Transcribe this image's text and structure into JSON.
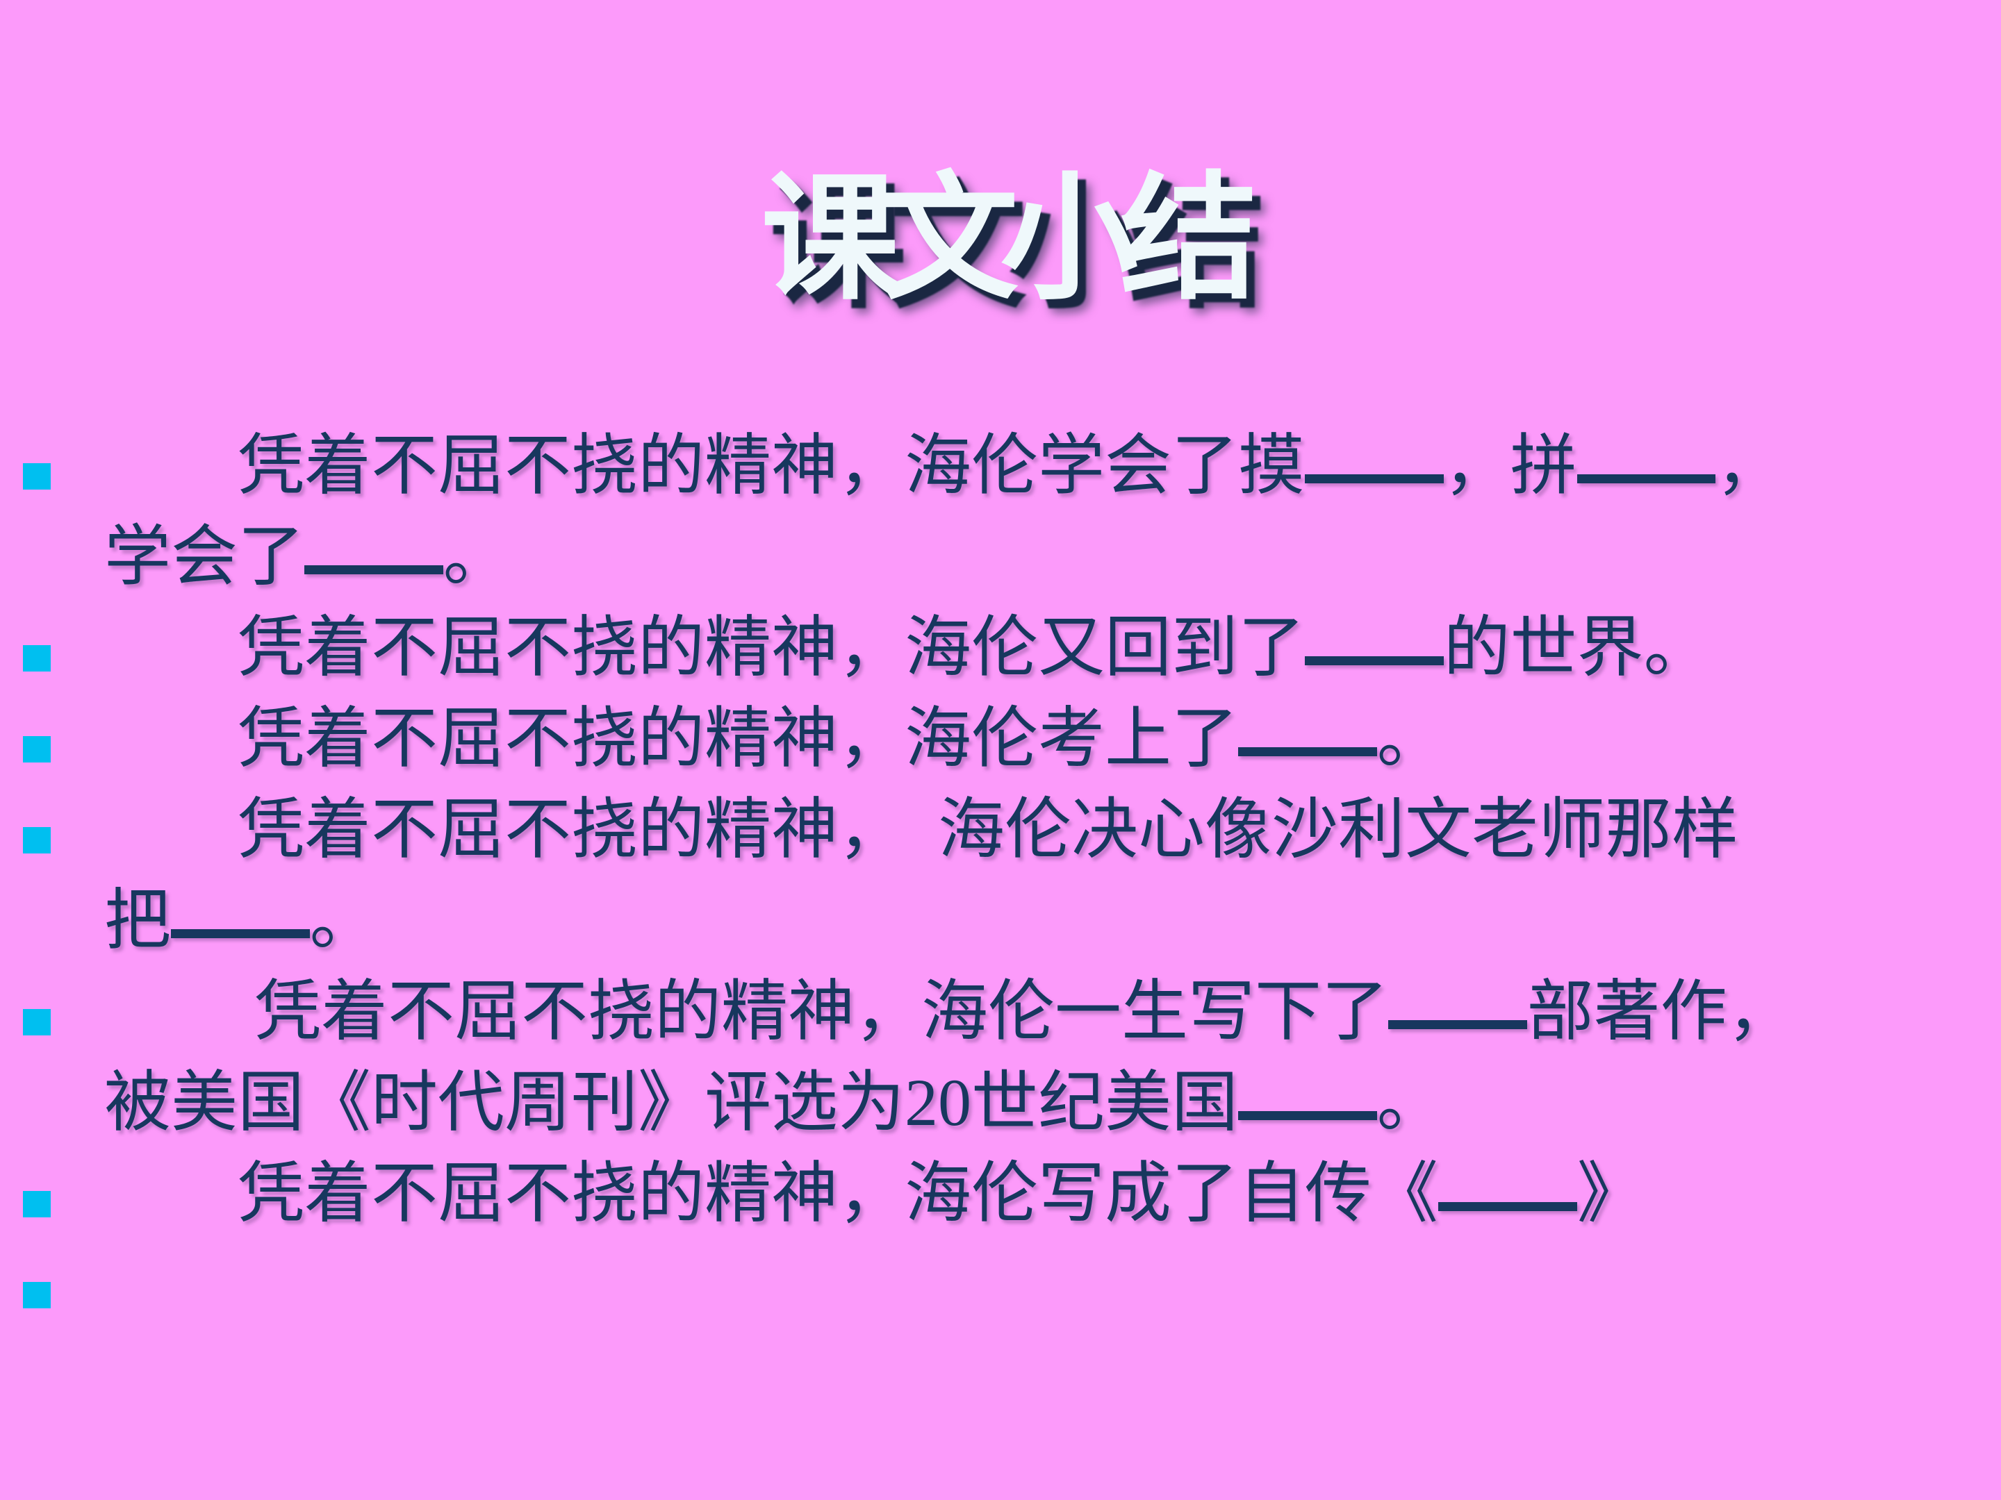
{
  "slide": {
    "colors": {
      "background": "#FC9AFA",
      "text": "#17375E",
      "bullet": "#00BFF0",
      "title_fill": "#EFF8FB",
      "title_shadow": "#1A2742"
    },
    "title": {
      "text": "课文小结"
    },
    "bullets": [
      {
        "text": "　　凭着不屈不挠的精神，海伦学会了摸——，拼——，\n学会了——。"
      },
      {
        "text": "　　凭着不屈不挠的精神，海伦又回到了——的世界。"
      },
      {
        "text": "　　凭着不屈不挠的精神，海伦考上了——。"
      },
      {
        "text": "　　凭着不屈不挠的精神，　海伦决心像沙利文老师那样\n把——。"
      },
      {
        "text": "　　 凭着不屈不挠的精神，海伦一生写下了——部著作，\n被美国《时代周刊》评选为20世纪美国——。"
      },
      {
        "text": "　　凭着不屈不挠的精神，海伦写成了自传《——》"
      },
      {
        "text": ""
      }
    ]
  }
}
